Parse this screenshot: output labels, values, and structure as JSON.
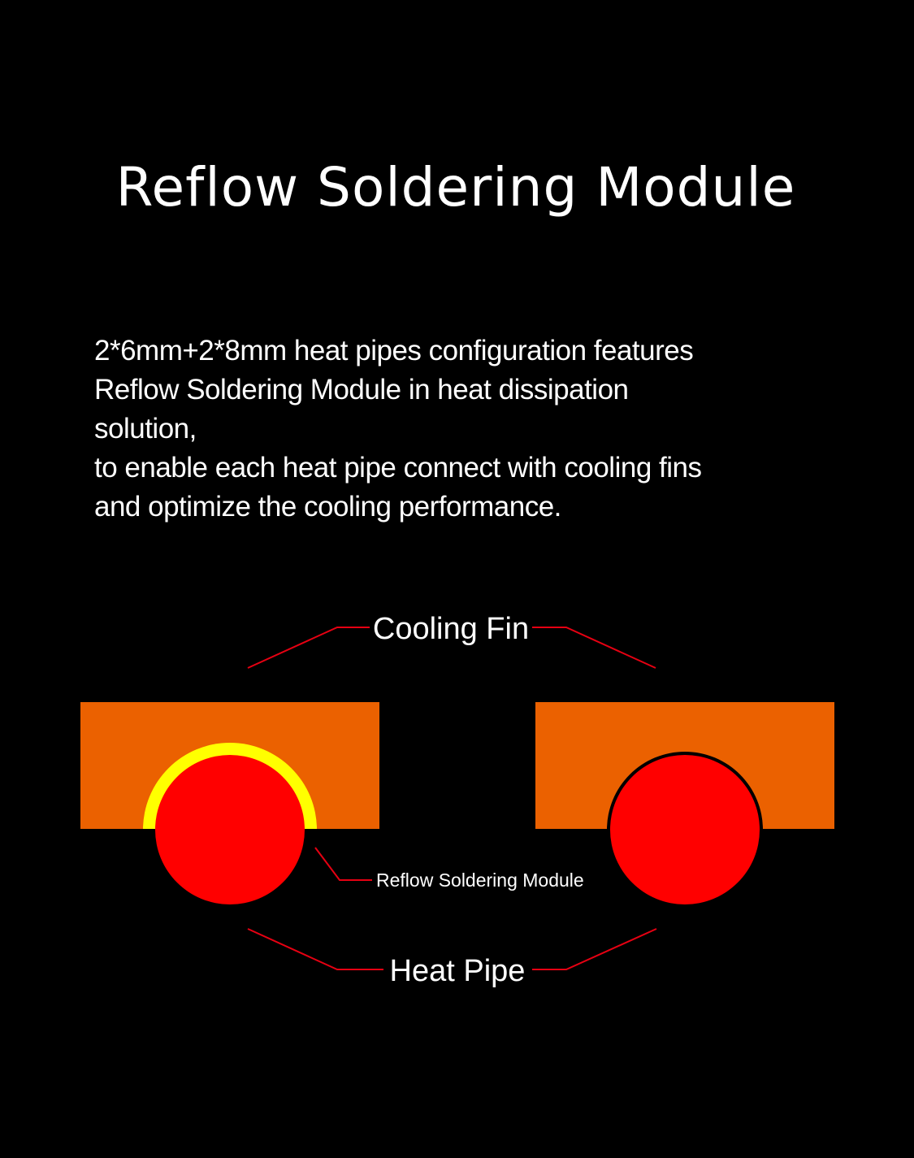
{
  "title": "Reflow Soldering Module",
  "description": [
    "2*6mm+2*8mm  heat pipes configuration features",
    "Reflow Soldering Module in heat dissipation",
    "solution,",
    "to enable each heat pipe connect with cooling fins",
    "and optimize the cooling performance."
  ],
  "diagram": {
    "labels": {
      "cooling_fin": "Cooling Fin",
      "reflow_module": "Reflow Soldering Module",
      "heat_pipe": "Heat Pipe"
    },
    "colors": {
      "fin": "#EB6100",
      "pipe": "#FF0000",
      "solder": "#FFFF00",
      "leader": "#E60012"
    }
  }
}
